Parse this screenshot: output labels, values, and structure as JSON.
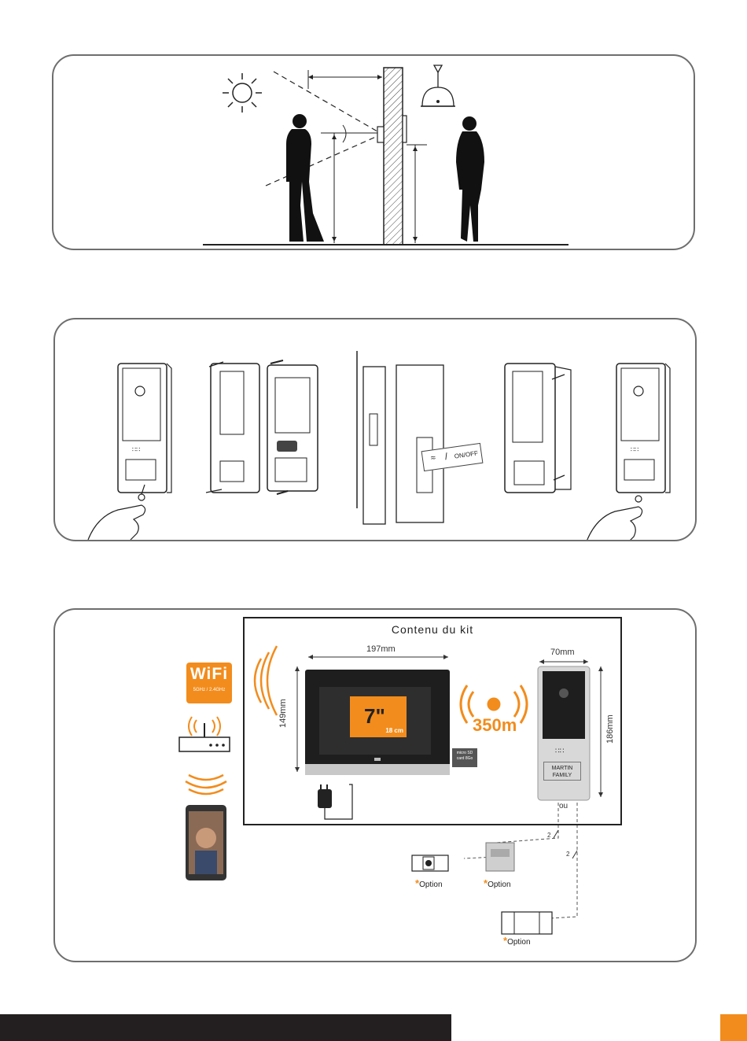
{
  "accent_color": "#f28c1c",
  "kit": {
    "title": "Contenu du kit",
    "monitor_width": "197mm",
    "monitor_height": "149mm",
    "screen_size": "7\"",
    "screen_cm": "18 cm",
    "range": "350m",
    "plate_width": "70mm",
    "plate_height": "186mm",
    "nameplate_line1": "MARTIN",
    "nameplate_line2": "FAMILY",
    "sd_label_line1": "micro SD",
    "sd_label_line2": "card 8Go",
    "or_label": "ou"
  },
  "wifi": {
    "logo": "WiFi",
    "bands": "5GHz / 2.4GHz"
  },
  "mounting": {
    "switch_label": "ON/OFF",
    "switch_separator": "/"
  },
  "options": {
    "option1": "Option",
    "option2": "Option",
    "option3": "Option",
    "wire_count": "2"
  },
  "icons": [
    "sun-icon",
    "ceiling-light-icon",
    "wifi-router-icon",
    "smartphone-icon",
    "power-adapter-icon",
    "lock-icon",
    "power-supply-icon",
    "gate-icon",
    "wifi-waves-icon",
    "signal-waves-icon"
  ]
}
